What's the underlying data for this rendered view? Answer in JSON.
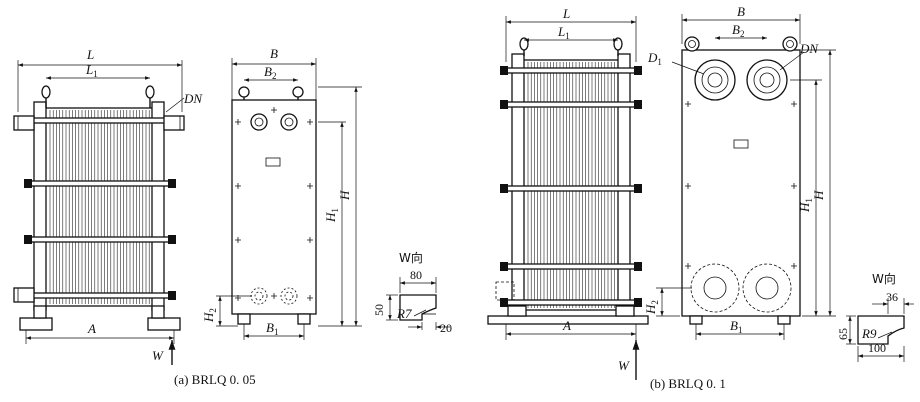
{
  "figures": [
    {
      "id": "a",
      "caption": "(a)  BRLQ 0. 05",
      "side_view": {
        "width_label": "L",
        "inner_label": "L",
        "inner_sub": "1",
        "nozzle_label": "DN",
        "base_label": "A",
        "flow_label": "W"
      },
      "front_view": {
        "width_label": "B",
        "top_label": "B",
        "top_sub": "2",
        "height_label": "H",
        "height1_label": "H",
        "height1_sub": "1",
        "low_label": "H",
        "low_sub": "2",
        "bottom_label": "B",
        "bottom_sub": "1"
      },
      "detail": {
        "title": "W向",
        "width": "80",
        "height": "50",
        "radius": "R7",
        "slot": "20"
      }
    },
    {
      "id": "b",
      "caption": "(b)  BRLQ 0. 1",
      "side_view": {
        "width_label": "L",
        "inner_label": "L",
        "inner_sub": "1",
        "base_label": "A",
        "flow_label": "W"
      },
      "front_view": {
        "width_label": "B",
        "top_label": "B",
        "top_sub": "2",
        "port_label": "D",
        "port_sub": "1",
        "nozzle_label": "DN",
        "height_label": "H",
        "height1_label": "H",
        "height1_sub": "1",
        "low_label": "H",
        "low_sub": "2",
        "bottom_label": "B",
        "bottom_sub": "1"
      },
      "detail": {
        "title": "W向",
        "slot": "36",
        "height": "65",
        "radius": "R9",
        "width": "100"
      }
    }
  ]
}
